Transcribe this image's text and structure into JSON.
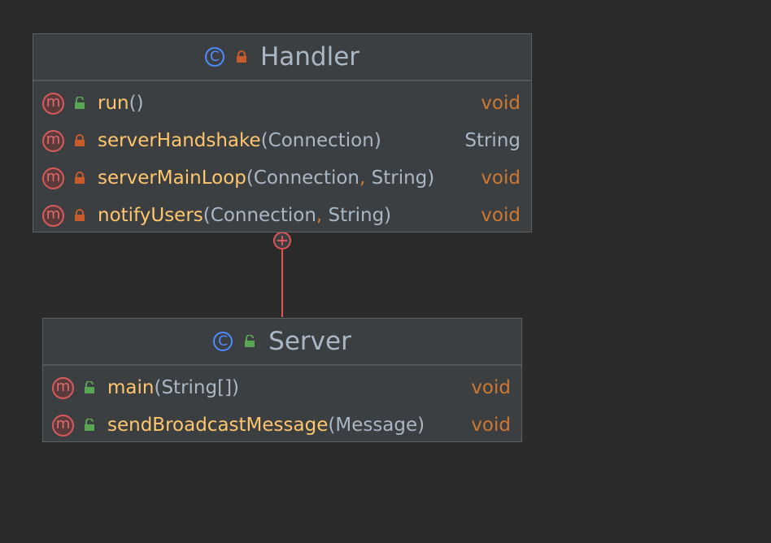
{
  "classes": {
    "handler": {
      "name": "Handler",
      "kind_icon": "class-icon",
      "visibility": "private",
      "methods": [
        {
          "name": "run",
          "open": "(",
          "params": [],
          "close": ")",
          "return": "void",
          "visibility": "public"
        },
        {
          "name": "serverHandshake",
          "open": "(",
          "params": [
            "Connection"
          ],
          "close": ")",
          "return": "String",
          "visibility": "private"
        },
        {
          "name": "serverMainLoop",
          "open": "(",
          "params": [
            "Connection",
            "String"
          ],
          "close": ")",
          "return": "void",
          "visibility": "private"
        },
        {
          "name": "notifyUsers",
          "open": "(",
          "params": [
            "Connection",
            "String"
          ],
          "close": ")",
          "return": "void",
          "visibility": "private"
        }
      ]
    },
    "server": {
      "name": "Server",
      "kind_icon": "class-icon",
      "visibility": "public",
      "methods": [
        {
          "name": "main",
          "open": "(",
          "params": [
            "String[]"
          ],
          "close": ")",
          "return": "void",
          "visibility": "public"
        },
        {
          "name": "sendBroadcastMessage",
          "open": "(",
          "params": [
            "Message"
          ],
          "close": ")",
          "return": "void",
          "visibility": "public"
        }
      ]
    }
  },
  "icons": {
    "class_letter": "C",
    "method_letter": "m",
    "nested_marker": "⊕"
  },
  "comma": ",",
  "colors": {
    "background": "#2b2b2b",
    "box": "#3c3f41",
    "method_name": "#ffc66d",
    "keyword": "#cc7832",
    "text": "#a9b7c6",
    "private_lock": "#c75b2a",
    "public_lock": "#5aa553",
    "connector": "#e05555"
  },
  "relation": {
    "from": "server",
    "to": "handler",
    "type": "inner-class"
  }
}
